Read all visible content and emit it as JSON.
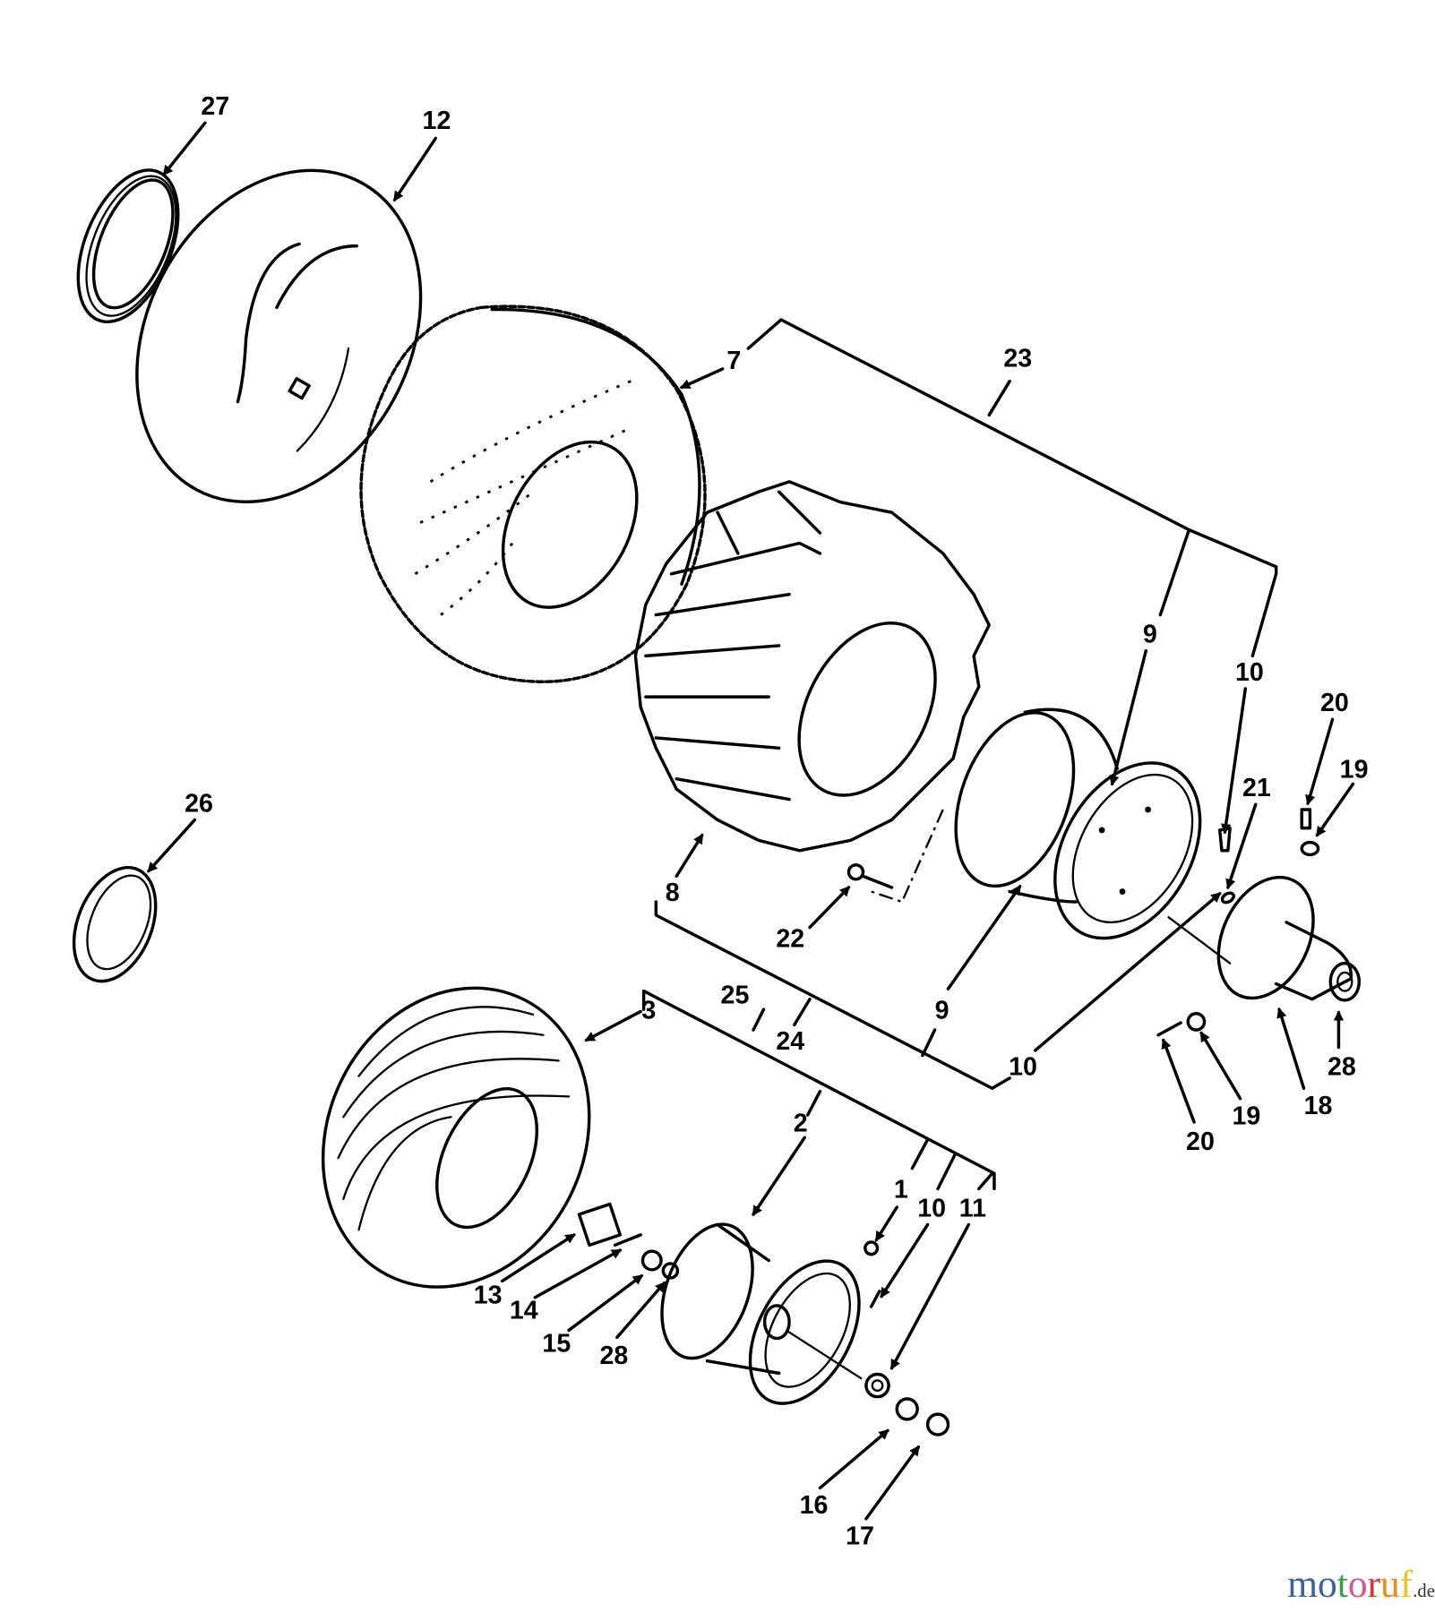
{
  "diagram": {
    "callouts": [
      "27",
      "12",
      "7",
      "23",
      "9",
      "10",
      "20",
      "19",
      "21",
      "26",
      "8",
      "22",
      "9",
      "25",
      "3",
      "24",
      "10",
      "28",
      "18",
      "19",
      "20",
      "2",
      "1",
      "10",
      "11",
      "13",
      "14",
      "15",
      "28",
      "16",
      "17"
    ],
    "watermark": {
      "letters": [
        "m",
        "o",
        "t",
        "o",
        "r",
        "u",
        "f"
      ],
      "colors": [
        "#3b5fa8",
        "#3b5fa8",
        "#3aa142",
        "#e0508a",
        "#e0322c",
        "#f08a1c",
        "#f2c21a"
      ],
      "suffix": ".de"
    }
  }
}
